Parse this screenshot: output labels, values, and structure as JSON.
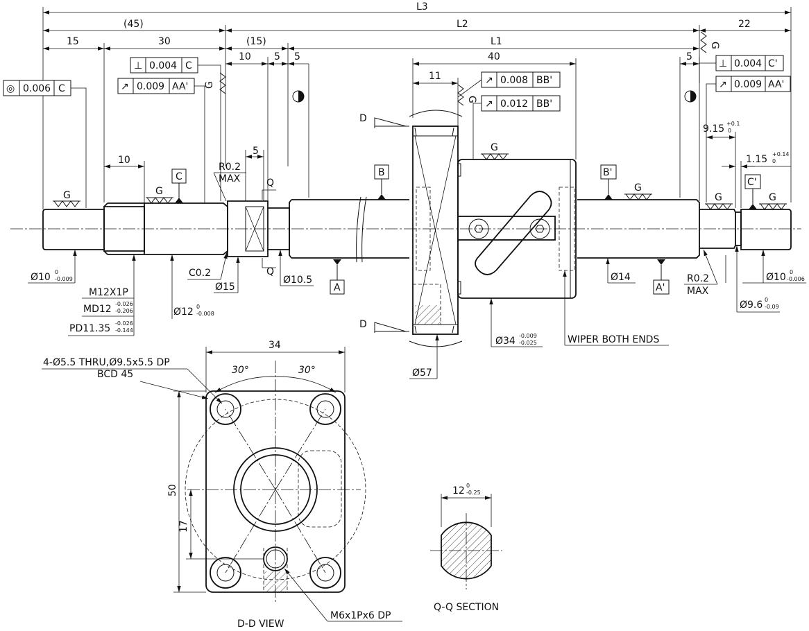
{
  "dims": {
    "L3": "L3",
    "d45": "(45)",
    "L2": "L2",
    "d22": "22",
    "d15": "15",
    "d30": "30",
    "d15p": "(15)",
    "L1": "L1",
    "d10a": "10",
    "d5a": "5",
    "d5b": "5",
    "d40": "40",
    "d5c": "5",
    "d11": "11",
    "d10b": "10",
    "d5d": "5",
    "d9_15": "9.15",
    "d9_15_tol_up": "+0.1",
    "d9_15_tol_lo": "0",
    "d1_15": "1.15",
    "d1_15_tol_up": "+0.14",
    "d1_15_tol_lo": "0",
    "d34": "34",
    "d30deg_l": "30°",
    "d30deg_r": "30°",
    "d50": "50",
    "d17": "17",
    "d12": "12",
    "d12_tol_up": "0",
    "d12_tol_lo": "-0.25"
  },
  "tolerance_frames": {
    "conc_c": {
      "sym": "◎",
      "val": "0.006",
      "ref": "C"
    },
    "perp_c": {
      "sym": "⊥",
      "val": "0.004",
      "ref": "C"
    },
    "run_aa": {
      "sym": "↗",
      "val": "0.009",
      "ref": "AA'"
    },
    "run_bb1": {
      "sym": "↗",
      "val": "0.008",
      "ref": "BB'"
    },
    "run_bb2": {
      "sym": "↗",
      "val": "0.012",
      "ref": "BB'"
    },
    "perp_c2": {
      "sym": "⊥",
      "val": "0.004",
      "ref": "C'"
    },
    "run_aa2": {
      "sym": "↗",
      "val": "0.009",
      "ref": "AA'"
    }
  },
  "datums": {
    "B": "B",
    "C": "C",
    "A": "A",
    "B2": "B'",
    "C2": "C'",
    "A2": "A'"
  },
  "labels": {
    "G": "G",
    "D": "D",
    "Q": "Q",
    "r02": "R0.2",
    "max": "MAX",
    "c02": "C0.2",
    "phi15": "Ø15",
    "phi10_5": "Ø10.5",
    "phi14": "Ø14",
    "phi10": "Ø10",
    "phi10_tol_up": "0",
    "phi10_tol_lo": "-0.009",
    "m12": "M12X1P",
    "md12": "MD12",
    "md12_tol_up": "-0.026",
    "md12_tol_lo": "-0.206",
    "pd": "PD11.35",
    "pd_tol_up": "-0.026",
    "pd_tol_lo": "-0.144",
    "phi12": "Ø12",
    "phi12_tol_up": "0",
    "phi12_tol_lo": "-0.008",
    "phi34": "Ø34",
    "phi34_tol_up": "-0.009",
    "phi34_tol_lo": "-0.025",
    "wiper": "WIPER BOTH ENDS",
    "phi57": "Ø57",
    "r02b": "R0.2",
    "maxb": "MAX",
    "phi10r": "Ø10",
    "phi10r_tol_up": "0",
    "phi10r_tol_lo": "-0.006",
    "phi9_6": "Ø9.6",
    "phi9_6_tol_up": "0",
    "phi9_6_tol_lo": "-0.09",
    "holes": "4-Ø5.5 THRU,Ø9.5x5.5 DP",
    "bcd": "BCD 45",
    "m6": "M6x1Px6 DP",
    "dd_view": "D-D VIEW",
    "qq_section": "Q-Q SECTION"
  }
}
